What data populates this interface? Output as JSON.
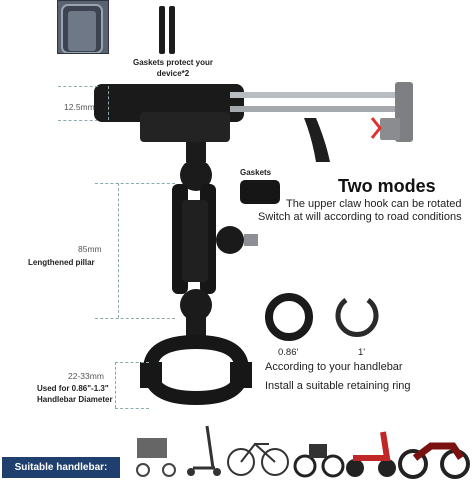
{
  "callouts": {
    "gaskets_protect": "Gaskets protect your device*2",
    "gaskets": "Gaskets",
    "dim_clamp": "12.5mm",
    "dim_pillar": "85mm",
    "pillar_label": "Lengthened pillar",
    "dim_bar": "22-33mm",
    "bar_used_line1": "Used for 0.86\"-1.3\"",
    "bar_used_line2": "Handlebar Diameter"
  },
  "modes": {
    "title": "Two modes",
    "line1": "The upper claw hook can be rotated",
    "line2": "Switch at will according to road conditions"
  },
  "rings": {
    "small_size": "0.86'",
    "large_size": "1'",
    "line1": "According to your handlebar",
    "line2": "Install a suitable retaining ring"
  },
  "footer": {
    "label": "Suitable handlebar:",
    "vehicles": [
      "stroller-icon",
      "scooter-icon",
      "bicycle-icon",
      "ebike-icon",
      "e-scooter-icon",
      "motorcycle-icon"
    ]
  },
  "colors": {
    "accent": "#1f3f6e",
    "hook": "#e23030"
  }
}
